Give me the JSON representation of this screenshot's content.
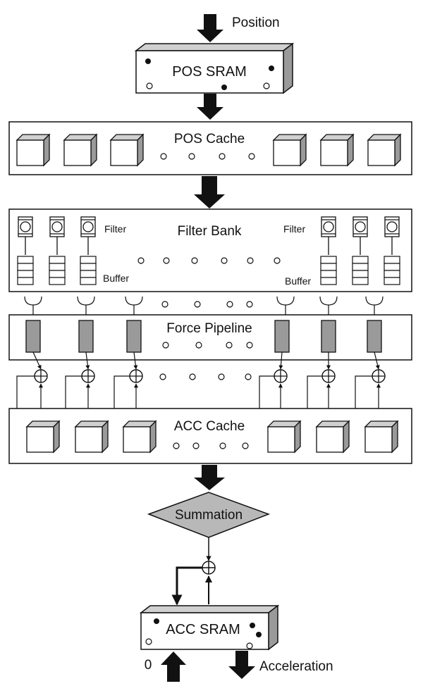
{
  "labels": {
    "input": "Position",
    "pos_sram": "POS SRAM",
    "pos_cache": "POS Cache",
    "filter_bank": "Filter Bank",
    "filter_left": "Filter",
    "filter_right": "Filter",
    "buffer_left": "Buffer",
    "buffer_right": "Buffer",
    "force_pipeline": "Force Pipeline",
    "acc_cache": "ACC Cache",
    "summation": "Summation",
    "acc_sram": "ACC SRAM",
    "zero": "0",
    "output": "Acceleration"
  },
  "colors": {
    "stroke": "#111111",
    "box_side": "#9a9a9a",
    "box_top": "#d0d0d0",
    "pipe_fill": "#9a9a9a",
    "summation_fill": "#b8b8b8"
  }
}
